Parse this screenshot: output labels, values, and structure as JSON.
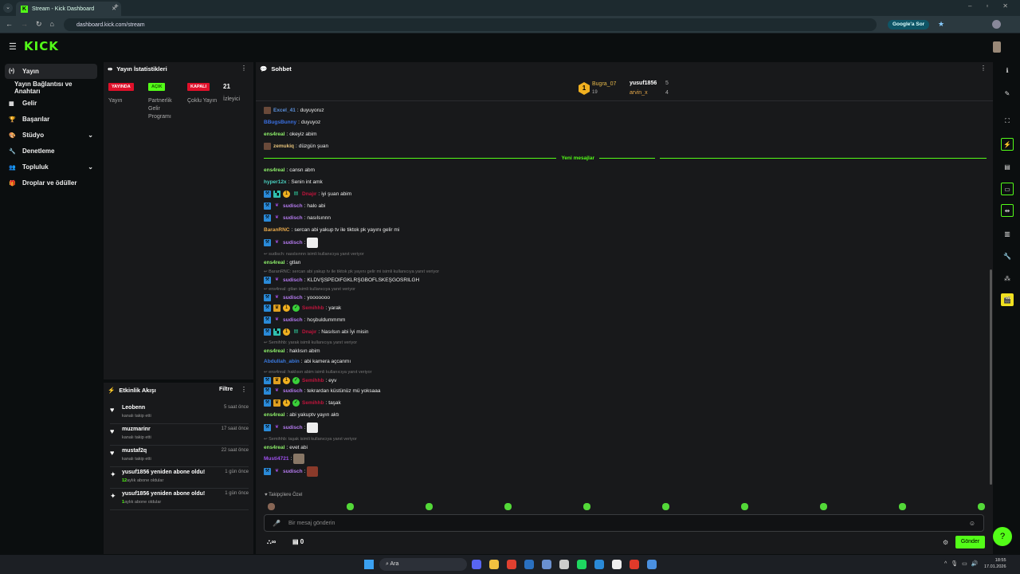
{
  "browser": {
    "tab_title": "Stream - Kick Dashboard",
    "url": "dashboard.kick.com/stream",
    "google_lens": "Google'a Sor"
  },
  "header": {
    "logo": "KICK"
  },
  "sidebar": {
    "items": [
      {
        "label": "Yayın",
        "icon": "broadcast-icon"
      },
      {
        "label": "Yayın Bağlantısı ve Anahtarı"
      },
      {
        "label": "Gelir",
        "icon": "chart-icon"
      },
      {
        "label": "Başarılar",
        "icon": "trophy-icon"
      },
      {
        "label": "Stüdyo",
        "icon": "palette-icon",
        "chevron": true
      },
      {
        "label": "Denetleme",
        "icon": "wrench-icon"
      },
      {
        "label": "Topluluk",
        "icon": "people-icon",
        "chevron": true
      },
      {
        "label": "Droplar ve ödüller",
        "icon": "gift-icon"
      }
    ]
  },
  "stats": {
    "title": "Yayın İstatistikleri",
    "items": [
      {
        "badge": "YAYINDA",
        "label": "Yayın",
        "color": "#e0102a"
      },
      {
        "badge": "AÇIK",
        "label": "Partnerlik Gelir Programı",
        "color": "#53fc18"
      },
      {
        "badge": "KAPALI",
        "label": "Çoklu Yayın",
        "color": "#e0102a"
      }
    ],
    "viewers": "21",
    "viewers_label": "İzleyici"
  },
  "activity": {
    "title": "Etkinlik Akışı",
    "filter": "Filtre",
    "items": [
      {
        "icon": "heart",
        "name": "Leobenn",
        "sub": "kanalı takip etti",
        "time": "5 saat önce"
      },
      {
        "icon": "heart",
        "name": "muzmarinr",
        "sub": "kanalı takip etti",
        "time": "17 saat önce"
      },
      {
        "icon": "heart",
        "name": "mustaf2q",
        "sub": "kanalı takip etti",
        "time": "22 saat önce"
      },
      {
        "icon": "sparkle",
        "name": "yusuf1856 yeniden abone oldu!",
        "count": "12",
        "sub": "aylık abone oldular",
        "time": "1 gün önce"
      },
      {
        "icon": "sparkle",
        "name": "yusuf1856 yeniden abone oldu!",
        "count": "1",
        "sub": "aylık abone oldular",
        "time": "1 gün önce"
      }
    ]
  },
  "chat": {
    "title": "Sohbet",
    "new_messages": "Yeni mesajlar",
    "followers_only": "Takipçilere Özel",
    "placeholder": "Bir mesaj gönderin",
    "send": "Gönder",
    "points": "∞",
    "gifts": "0",
    "leaders": {
      "top": {
        "rank": "1",
        "name": "Bugra_07",
        "count": "19"
      },
      "second": {
        "name": "yusuf1856",
        "count": "5"
      },
      "third": {
        "name": "arvin_x",
        "count": "4"
      }
    },
    "messages": [
      {
        "user": "Excel_41",
        "color": "#5b8fd9",
        "text": "duyuyoruz",
        "badges": [
          "av"
        ]
      },
      {
        "user": "BBugsBunny",
        "color": "#3a6fe0",
        "text": "duyuyoz",
        "badges": []
      },
      {
        "user": "ens4real",
        "color": "#8ef06a",
        "text": "okeyiz abim",
        "badges": []
      },
      {
        "user": "zemukiq",
        "color": "#e6c27a",
        "text": "düzgün şuan",
        "badges": [
          "av"
        ]
      },
      {
        "divider": true
      },
      {
        "user": "ens4real",
        "color": "#8ef06a",
        "text": "cansn abm",
        "badges": []
      },
      {
        "user": "hyper12x",
        "color": "#4ad0c0",
        "text": "Senin int amk",
        "badges": []
      },
      {
        "user": "Dnajır",
        "color": "#c0143c",
        "text": "iyi şuan abim",
        "badges": [
          "mod",
          "vip",
          "coin",
          "sub"
        ]
      },
      {
        "user": "sudisch",
        "color": "#b57bf0",
        "text": "halo abi",
        "badges": [
          "mod",
          "gift"
        ]
      },
      {
        "user": "sudisch",
        "color": "#b57bf0",
        "text": "nasılsınnn",
        "badges": [
          "mod",
          "gift"
        ]
      },
      {
        "user": "BaranRNC",
        "color": "#e6a84a",
        "text": "sercan abi yakup tv ile tiktok pk yayını gelir mi",
        "badges": []
      },
      {
        "user": "sudisch",
        "color": "#b57bf0",
        "text": "",
        "emote": "#eee",
        "badges": [
          "mod",
          "gift"
        ],
        "tall": true
      },
      {
        "reply": "sudisch: nasılsınnn isimli kullanıcıya yanıt veriyor",
        "user": "ens4real",
        "color": "#8ef06a",
        "text": "gtlan",
        "badges": []
      },
      {
        "reply": "BaranRNC: sercan abi yakup tv ile tiktok pk yayını gelir mi isimli kullanıcıya yanıt veriyor",
        "user": "sudisch",
        "color": "#b57bf0",
        "text": "KLDVŞSPEOIFGKLRŞGBOFLSKEŞGOSRILGH",
        "badges": [
          "mod",
          "gift"
        ]
      },
      {
        "reply": "ens4real: gtlan isimli kullanıcıya yanıt veriyor",
        "user": "sudisch",
        "color": "#b57bf0",
        "text": "yooooooo",
        "badges": [
          "mod",
          "gift"
        ]
      },
      {
        "user": "Semihhb",
        "color": "#c0143c",
        "text": "yarak",
        "badges": [
          "mod",
          "crown",
          "coin",
          "verified"
        ]
      },
      {
        "user": "sudisch",
        "color": "#b57bf0",
        "text": "hoşbuldummmm",
        "badges": [
          "mod",
          "gift"
        ]
      },
      {
        "user": "Dnajır",
        "color": "#c0143c",
        "text": "Nasılsın abi İyi misin",
        "badges": [
          "mod",
          "vip",
          "coin",
          "sub"
        ]
      },
      {
        "reply": "Semihhb: yarak isimli kullanıcıya yanıt veriyor",
        "user": "ens4real",
        "color": "#8ef06a",
        "text": "haklısın abim",
        "badges": []
      },
      {
        "user": "Abdullah_abin",
        "color": "#3a7ae0",
        "text": "abi kamera açcanmı",
        "badges": []
      },
      {
        "reply": "ens4real: haklısın abim isimli kullanıcıya yanıt veriyor",
        "user": "Semihhb",
        "color": "#c0143c",
        "text": "eyv",
        "badges": [
          "mod",
          "crown",
          "coin",
          "verified"
        ]
      },
      {
        "user": "sudisch",
        "color": "#b57bf0",
        "text": "tekrardan küstünüz mü yoksaaa",
        "badges": [
          "mod",
          "gift"
        ]
      },
      {
        "user": "Semihhb",
        "color": "#c0143c",
        "text": "taşak",
        "badges": [
          "mod",
          "crown",
          "coin",
          "verified"
        ]
      },
      {
        "user": "ens4real",
        "color": "#8ef06a",
        "text": "abi yakuptv yayın aktı",
        "badges": []
      },
      {
        "user": "sudisch",
        "color": "#b57bf0",
        "text": "",
        "emote": "#eee",
        "badges": [
          "mod",
          "gift"
        ],
        "tall": true
      },
      {
        "reply": "Semihhb: taşak isimli kullanıcıya yanıt veriyor",
        "user": "ens4real",
        "color": "#8ef06a",
        "text": "evet abi",
        "badges": []
      },
      {
        "user": "Musti4721",
        "color": "#a050f0",
        "text": "",
        "emote": "#887766",
        "badges": [],
        "tall": true
      },
      {
        "user": "sudisch",
        "color": "#b57bf0",
        "text": "",
        "emote": "#8a3a2a",
        "badges": [
          "mod",
          "gift"
        ]
      }
    ]
  },
  "taskbar": {
    "search": "Ara",
    "time": "18:55",
    "date": "17.01.2026"
  }
}
